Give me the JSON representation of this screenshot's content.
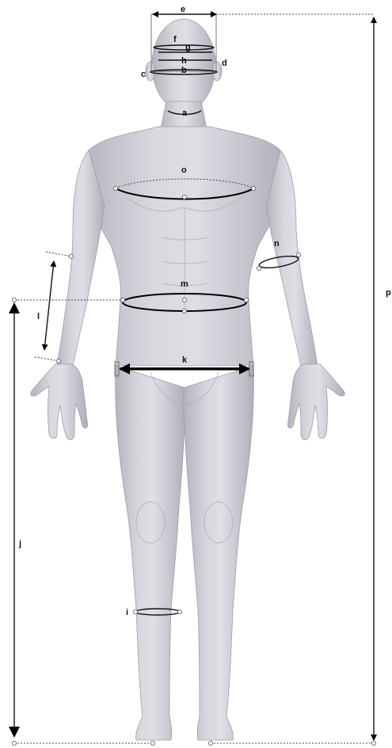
{
  "labels": {
    "a": "a",
    "b": "b",
    "c": "c",
    "d": "d",
    "e": "e",
    "f": "f",
    "g": "g",
    "h": "h",
    "i": "i",
    "j": "j",
    "k": "k",
    "l": "l",
    "m": "m",
    "n": "n",
    "o": "o",
    "p": "p"
  },
  "colors": {
    "body_fill": "#cfcfd6",
    "body_shade": "#b3b3bd",
    "body_light": "#e6e6ec",
    "line": "#000000"
  }
}
